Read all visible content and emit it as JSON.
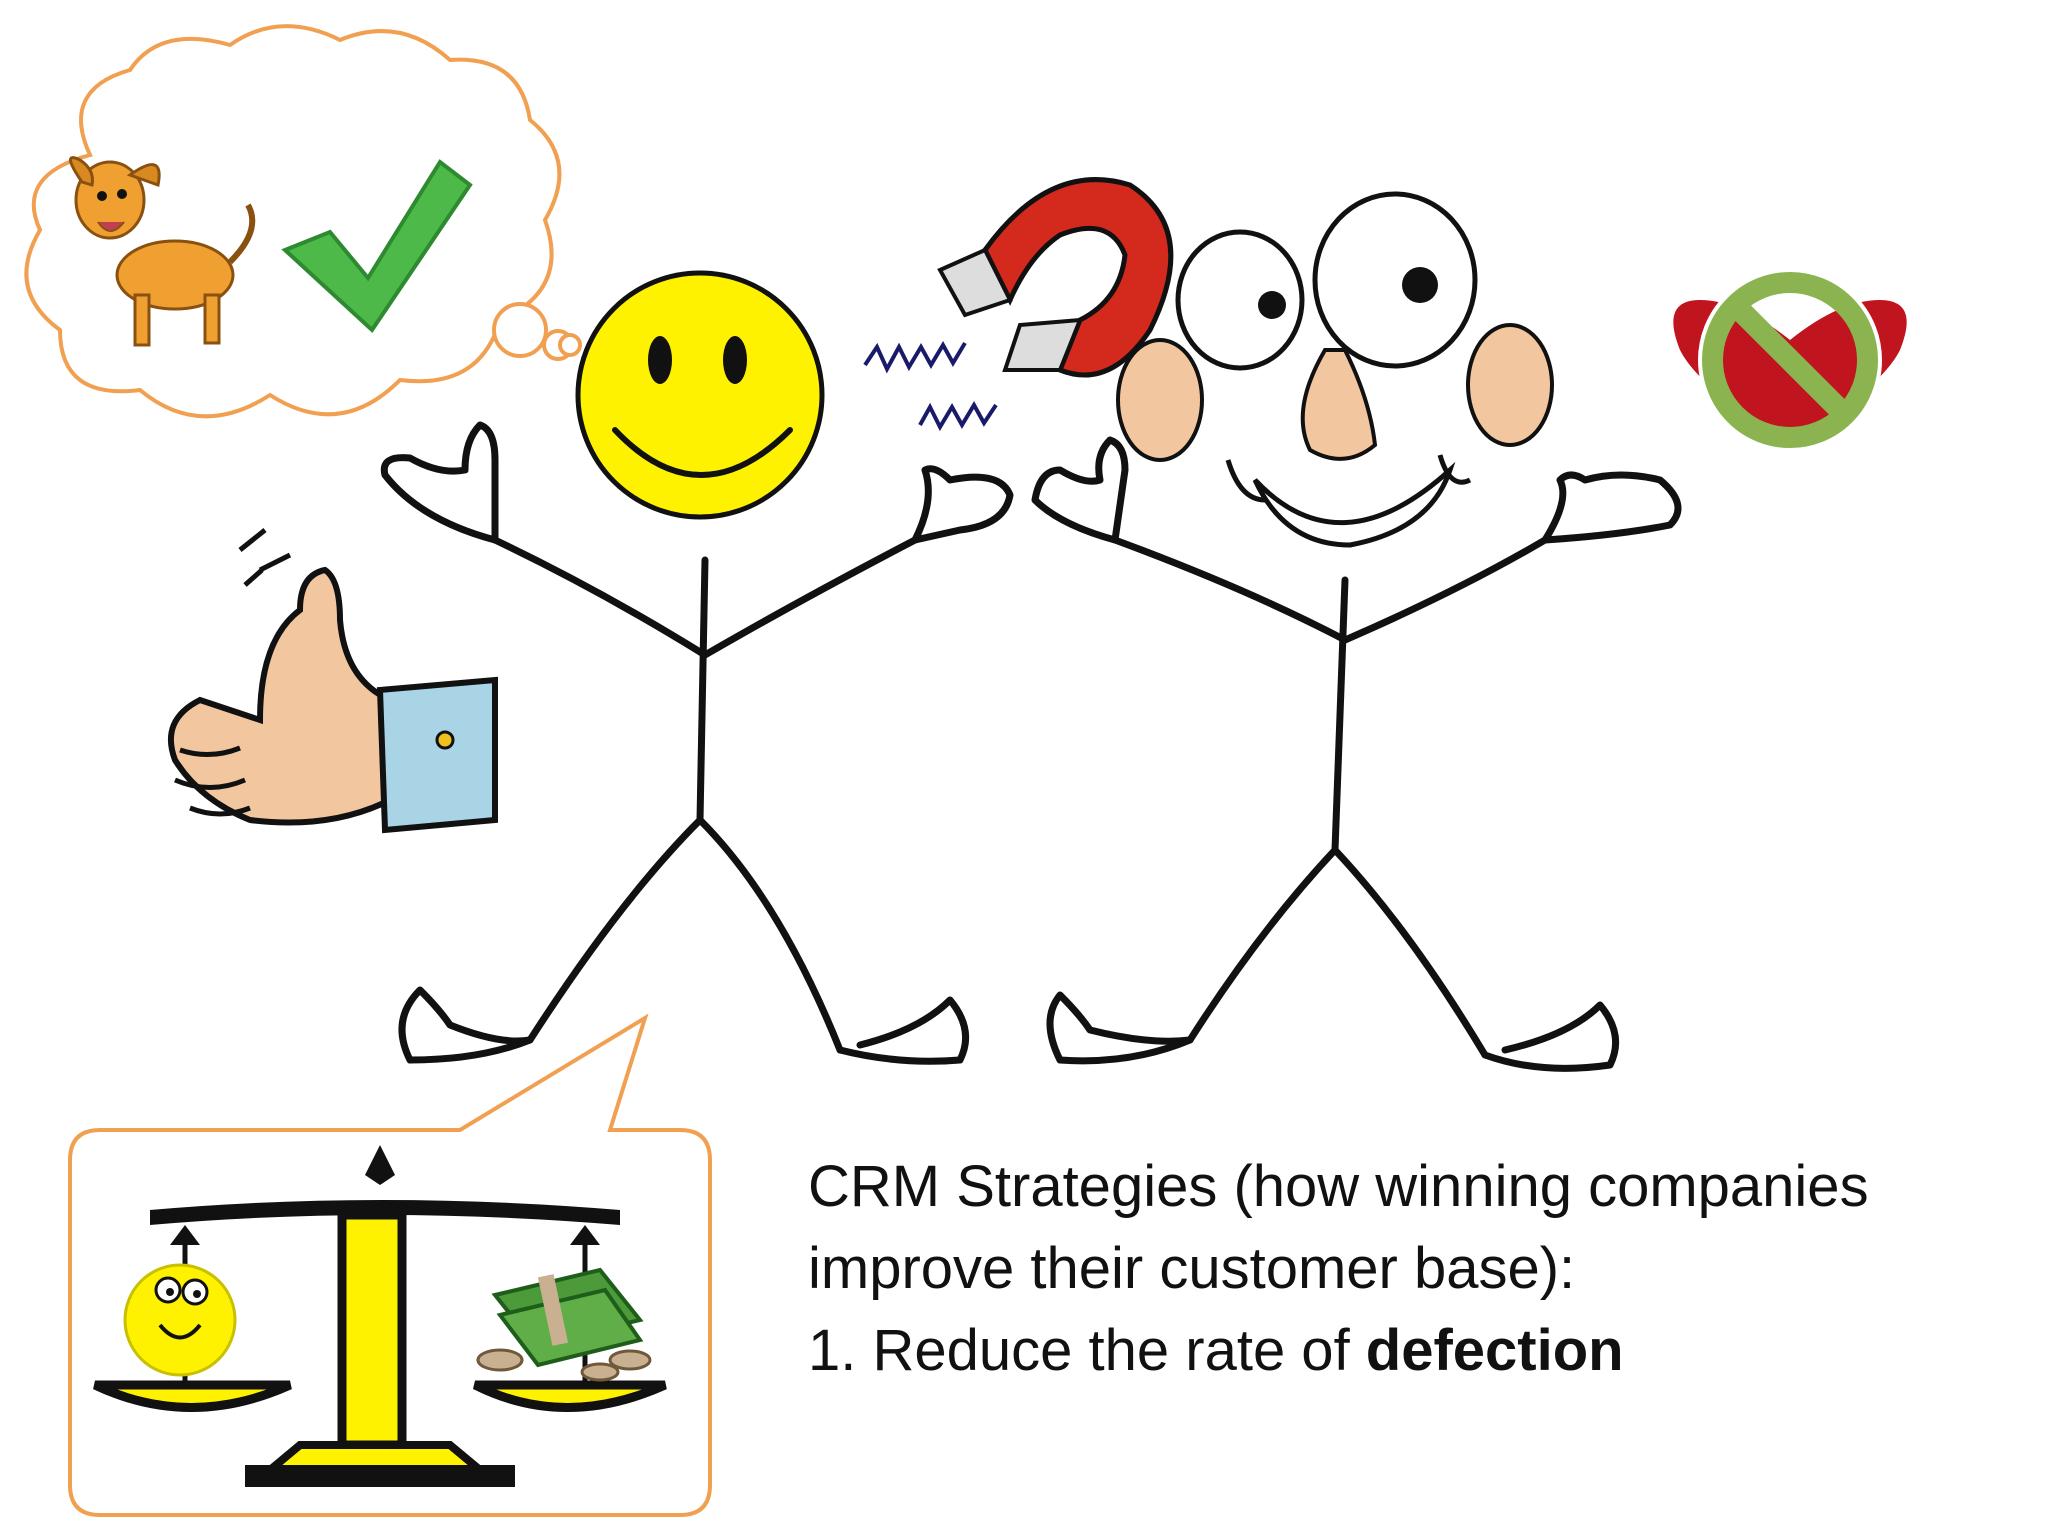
{
  "slide": {
    "caption": {
      "line1": "CRM Strategies (how winning companies",
      "line2": "improve their customer base):",
      "line3_prefix": "1. Reduce the rate of ",
      "line3_bold": "defection"
    }
  },
  "colors": {
    "background": "#ffffff",
    "bubble_outline": "#F0A050",
    "smiley_yellow": "#FFF200",
    "ink": "#111111",
    "magnet_red": "#D42A1E",
    "check_green": "#4CB948",
    "prohibit_green": "#8BB450",
    "heart_red": "#C0141E",
    "cuff_blue": "#A8D4E6",
    "skin": "#F2C7A0"
  },
  "illustration": {
    "elements": [
      "thought-bubble",
      "dog-icon",
      "checkmark-icon",
      "smiley-face-icon",
      "stick-figure-happy",
      "magnet-icon",
      "cartoon-face-icon",
      "stick-figure-defector",
      "prohibited-heart-icon",
      "thumbs-up-icon",
      "speech-bubble",
      "balance-scale-icon",
      "money-stack-icon"
    ]
  }
}
